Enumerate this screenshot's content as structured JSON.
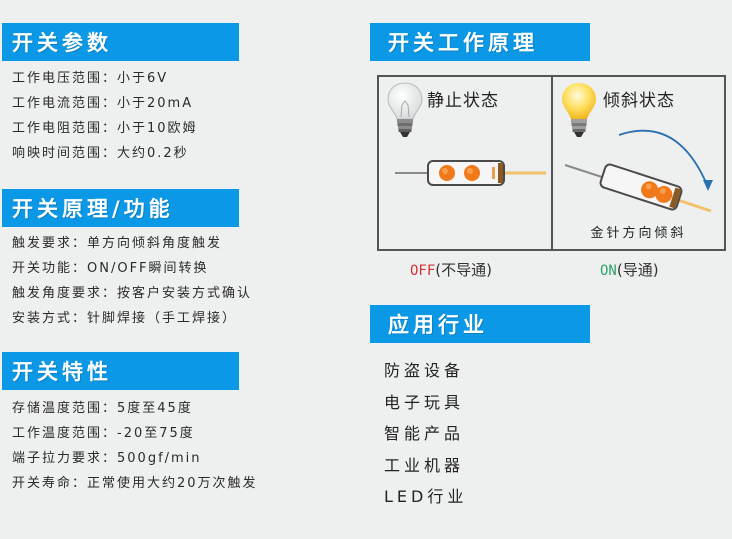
{
  "params": {
    "title": "开关参数",
    "items": [
      "工作电压范围：小于6V",
      "工作电流范围：小于20mA",
      "工作电阻范围：小于10欧姆",
      "响映时间范围：大约0.2秒"
    ]
  },
  "principle_function": {
    "title": "开关原理/功能",
    "items": [
      "触发要求：单方向倾斜角度触发",
      "开关功能：ON/OFF瞬间转换",
      "触发角度要求：按客户安装方式确认",
      "安装方式：针脚焊接（手工焊接）"
    ]
  },
  "characteristics": {
    "title": "开关特性",
    "items": [
      "存储温度范围：5度至45度",
      "工作温度范围：-20至75度",
      "端子拉力要求：500gf/min",
      "开关寿命：正常使用大约20万次触发"
    ]
  },
  "working_principle": {
    "title": "开关工作原理",
    "static_panel": {
      "title": "静止状态",
      "bulb_icon": "bulb-off-icon"
    },
    "tilt_panel": {
      "title": "倾斜状态",
      "bulb_icon": "bulb-on-icon",
      "caption": "金针方向倾斜"
    },
    "off_label": {
      "code": "OFF",
      "text": "(不导通)"
    },
    "on_label": {
      "code": "ON",
      "text": "(导通)"
    }
  },
  "industries": {
    "title": "应用行业",
    "items": [
      "防盗设备",
      "电子玩具",
      "智能产品",
      "工业机器",
      "LED行业"
    ]
  },
  "colors": {
    "banner": "#0b98e6",
    "background": "#eef0ef",
    "off": "#d0323a",
    "on": "#2fa36b",
    "ball": "#f07a1a",
    "arrow": "#2a6fb0"
  }
}
